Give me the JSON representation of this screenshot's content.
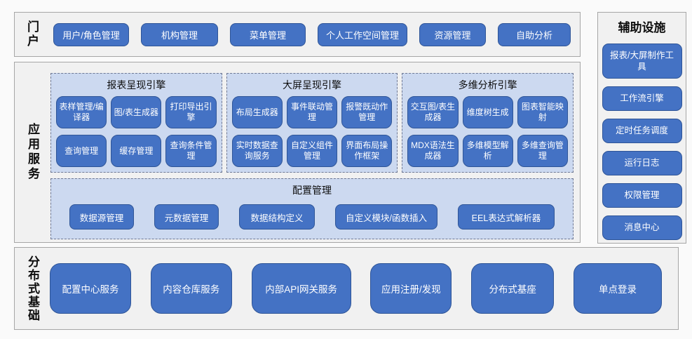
{
  "colors": {
    "node_fill": "#4472C4",
    "node_border": "#2F5597",
    "node_text": "#FFFFFF",
    "group_fill": "#CCD9F0",
    "group_border": "#6E7894",
    "section_fill": "#F1F1F1",
    "section_border": "#A6A6A6",
    "page_bg": "#FAFAFA",
    "label_text": "#0D0D0D"
  },
  "portal": {
    "label": "门户",
    "nodes": [
      "用户/角色管理",
      "机构管理",
      "菜单管理",
      "个人工作空间管理",
      "资源管理",
      "自助分析"
    ]
  },
  "app_services": {
    "label": "应用服务",
    "groups": [
      {
        "title": "报表呈现引擎",
        "modules": [
          "表样管理/编译器",
          "图/表生成器",
          "打印导出引擎",
          "查询管理",
          "缓存管理",
          "查询条件管理"
        ]
      },
      {
        "title": "大屏呈现引擎",
        "modules": [
          "布局生成器",
          "事件联动管理",
          "报警既动作管理",
          "实时数据查询服务",
          "自定义组件管理",
          "界面布局操作框架"
        ]
      },
      {
        "title": "多维分析引擎",
        "modules": [
          "交互图/表生成器",
          "维度树生成",
          "图表智能映射",
          "MDX语法生成器",
          "多维模型解析",
          "多维查询管理"
        ]
      }
    ],
    "config": {
      "title": "配置管理",
      "modules": [
        "数据源管理",
        "元数据管理",
        "数据结构定义",
        "自定义模块/函数插入",
        "EEL表达式解析器"
      ]
    }
  },
  "distributed": {
    "label": "分布式基础",
    "nodes": [
      "配置中心服务",
      "内容仓库服务",
      "内部API网关服务",
      "应用注册/发现",
      "分布式基座",
      "单点登录"
    ]
  },
  "auxiliary": {
    "title": "辅助设施",
    "nodes": [
      "报表/大屏制作工具",
      "工作流引擎",
      "定时任务调度",
      "运行日志",
      "权限管理",
      "消息中心"
    ]
  }
}
